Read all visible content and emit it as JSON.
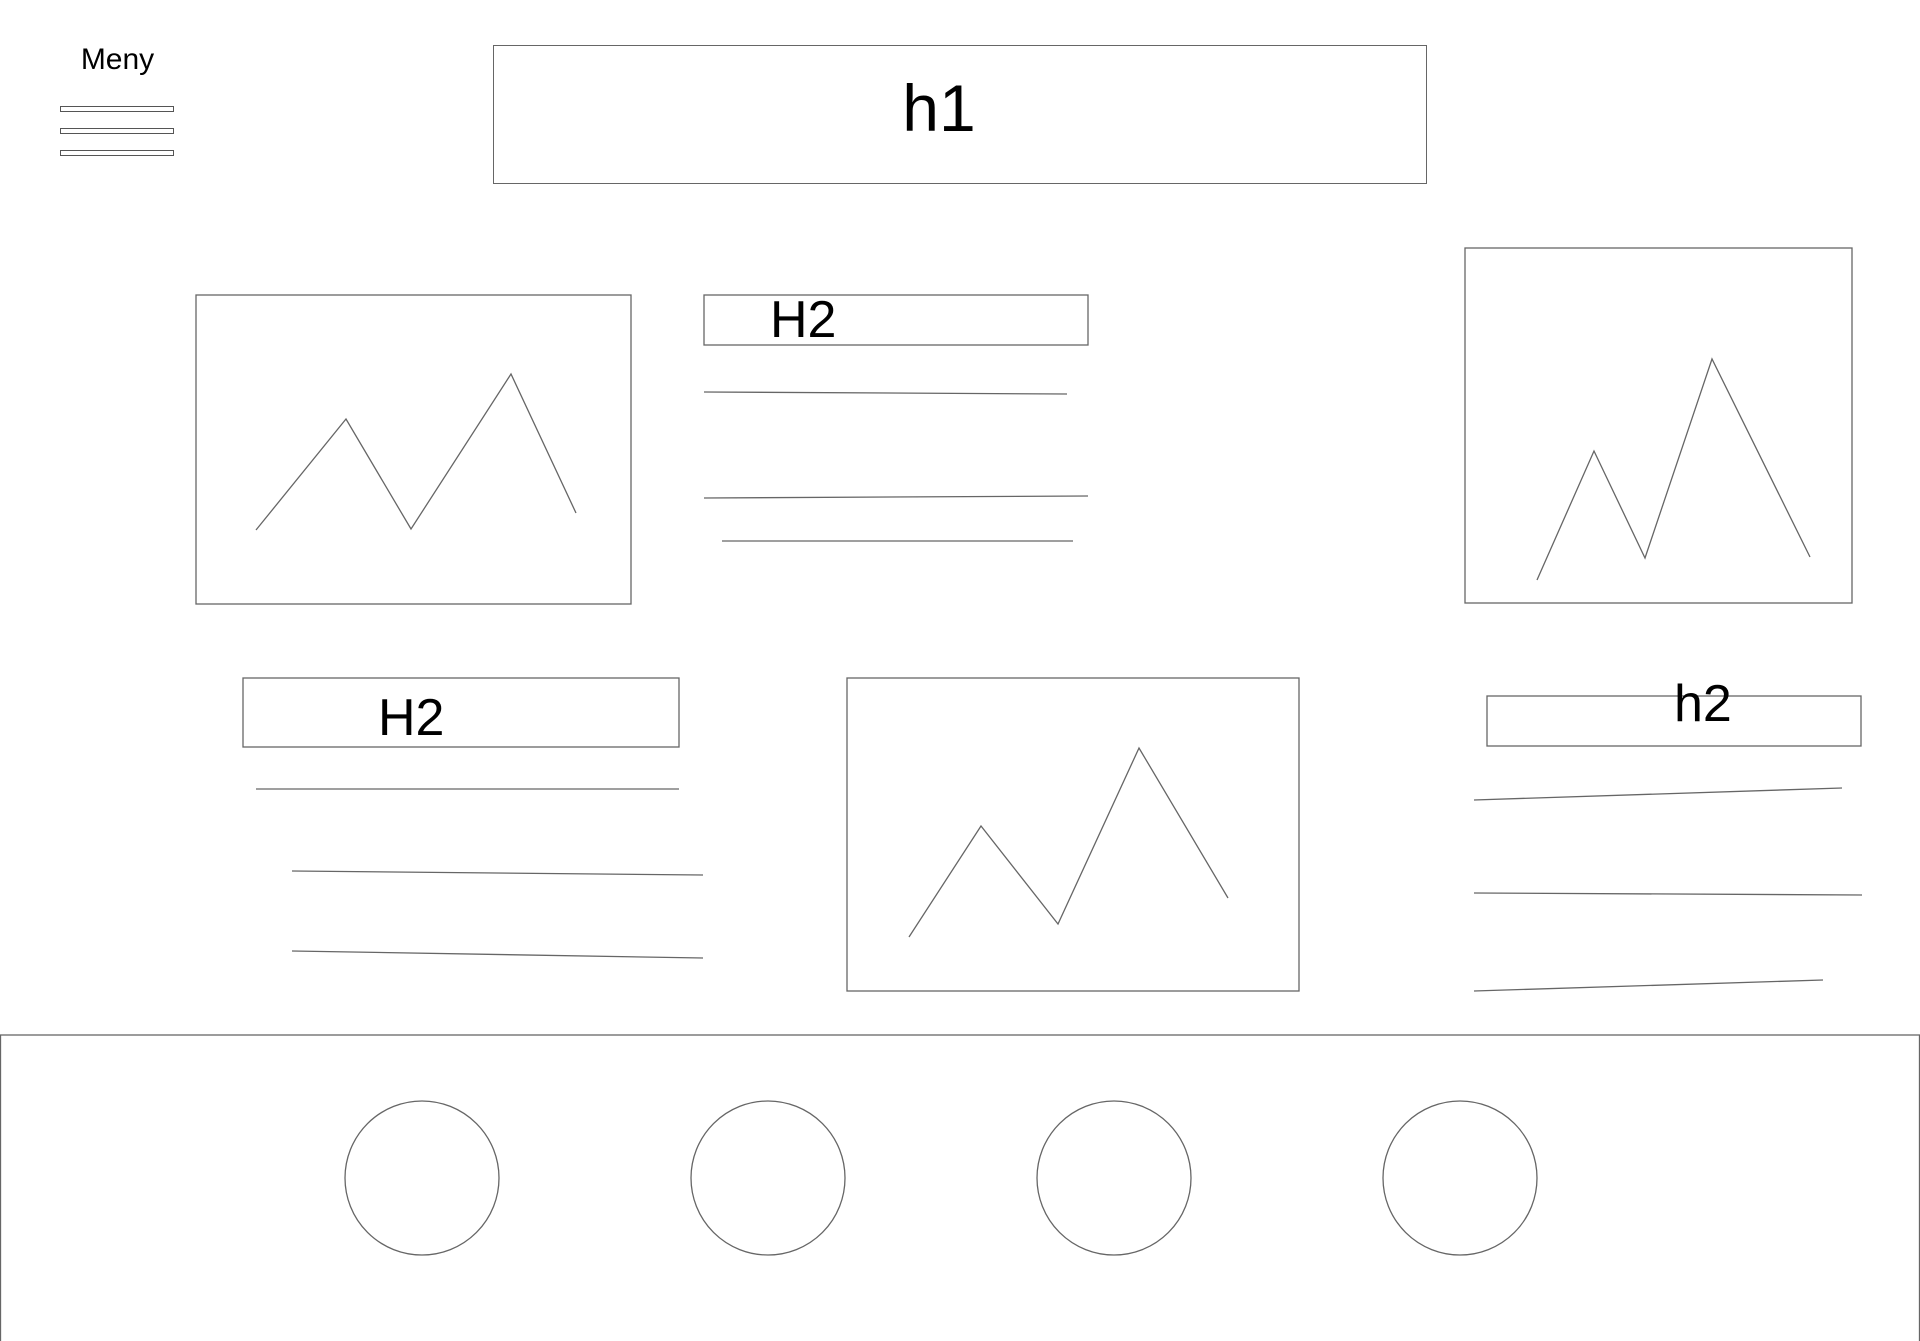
{
  "menu": {
    "label": "Meny",
    "icon": "hamburger-icon"
  },
  "header": {
    "title": "h1"
  },
  "sections": {
    "top_middle": {
      "heading": "H2"
    },
    "bottom_left": {
      "heading": "H2"
    },
    "bottom_right": {
      "heading": "h2"
    }
  },
  "image_placeholders": [
    {
      "icon": "image-placeholder-icon"
    },
    {
      "icon": "image-placeholder-icon"
    },
    {
      "icon": "image-placeholder-icon"
    }
  ],
  "footer": {
    "circles": [
      {
        "icon": "circle-icon"
      },
      {
        "icon": "circle-icon"
      },
      {
        "icon": "circle-icon"
      },
      {
        "icon": "circle-icon"
      }
    ]
  },
  "colors": {
    "stroke": "#666666",
    "background": "#ffffff",
    "text": "#000000"
  }
}
